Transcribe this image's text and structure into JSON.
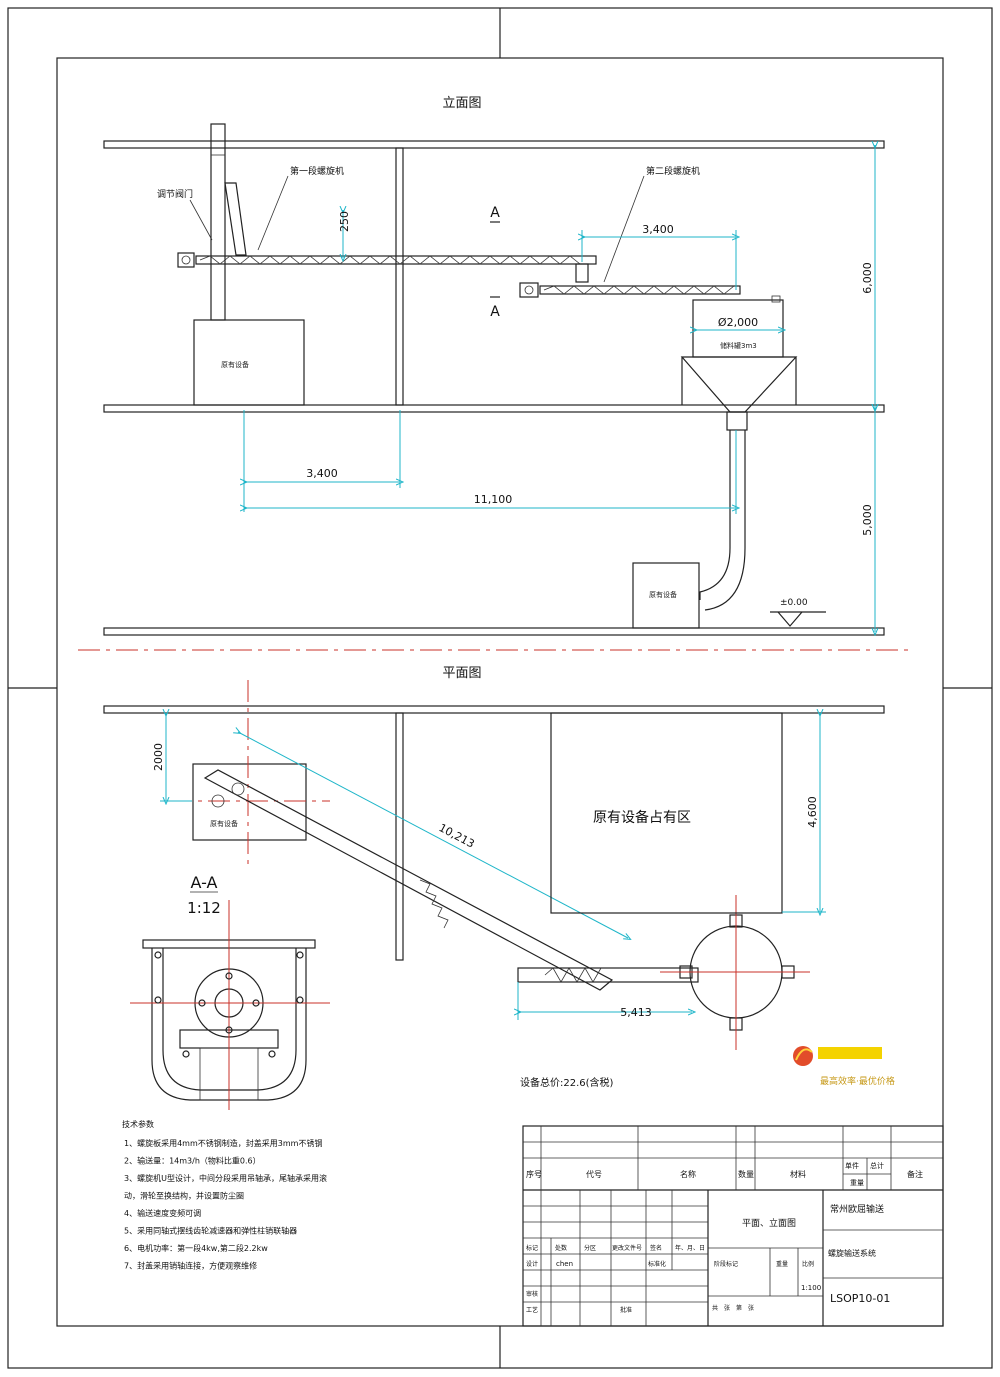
{
  "drawing": {
    "elevation_title": "立面图",
    "plan_title": "平面图",
    "section_title": "A-A",
    "section_scale": "1:12",
    "section_marker": "A",
    "labels": {
      "valve": "调节阀门",
      "screw1": "第一段螺旋机",
      "screw2": "第二段螺旋机",
      "bin": "储料罐3m3",
      "equip_a": "原有设备",
      "equip_b": "原有设备",
      "equip_c": "原有设备",
      "existing_area": "原有设备占有区",
      "total": "设备总价:22.6(含税)",
      "zero_level": "±0.00"
    },
    "dimensions": {
      "d250": "250",
      "d3400_top": "3,400",
      "d2000_dia": "Ø2,000",
      "d6000": "6,000",
      "d3400_bottom": "3,400",
      "d11100": "11,100",
      "d5000": "5,000",
      "d2000_plan": "2000",
      "d10213": "10,213",
      "d4600": "4,600",
      "d5413": "5,413"
    },
    "logo_tagline": "最高效率·最优价格"
  },
  "tech_notes": {
    "title": "技术参数",
    "items": [
      "1、螺旋板采用4mm不锈钢制造，封盖采用3mm不锈钢",
      "2、输送量：14m3/h（物料比重0.6）",
      "3、螺旋机U型设计，中间分段采用吊轴承，尾轴承采用滚",
      "   动，滑轮至换结构，并设置防尘圈",
      "4、输送速度变频可调",
      "5、采用同轴式摆线齿轮减速器和弹性柱销联轴器",
      "6、电机功率：第一段4kw,第二段2.2kw",
      "7、封盖采用销轴连接，方便观察维修"
    ]
  },
  "title_block": {
    "col_seq": "序号",
    "col_code": "代号",
    "col_name": "名称",
    "col_qty": "数量",
    "col_material": "材料",
    "col_single": "单件",
    "col_total": "总计",
    "col_weight": "重量",
    "col_remark": "备注",
    "drawing_name": "平面、立面图",
    "company": "常州欧屈输送",
    "system_name": "螺旋输送系统",
    "r1": [
      "标记",
      "处数",
      "分区",
      "更改文件号",
      "签名",
      "年、月、日"
    ],
    "designer_label": "设计",
    "designer": "chen",
    "standard_label": "标准化",
    "stage_label": "阶段标记",
    "weight_label": "重量",
    "scale_label": "比例",
    "scale": "1:100",
    "check_label": "审核",
    "process_label": "工艺",
    "approve_label": "批准",
    "sheet_info": "共　张　第　张",
    "drawing_no": "LSOP10-01"
  }
}
